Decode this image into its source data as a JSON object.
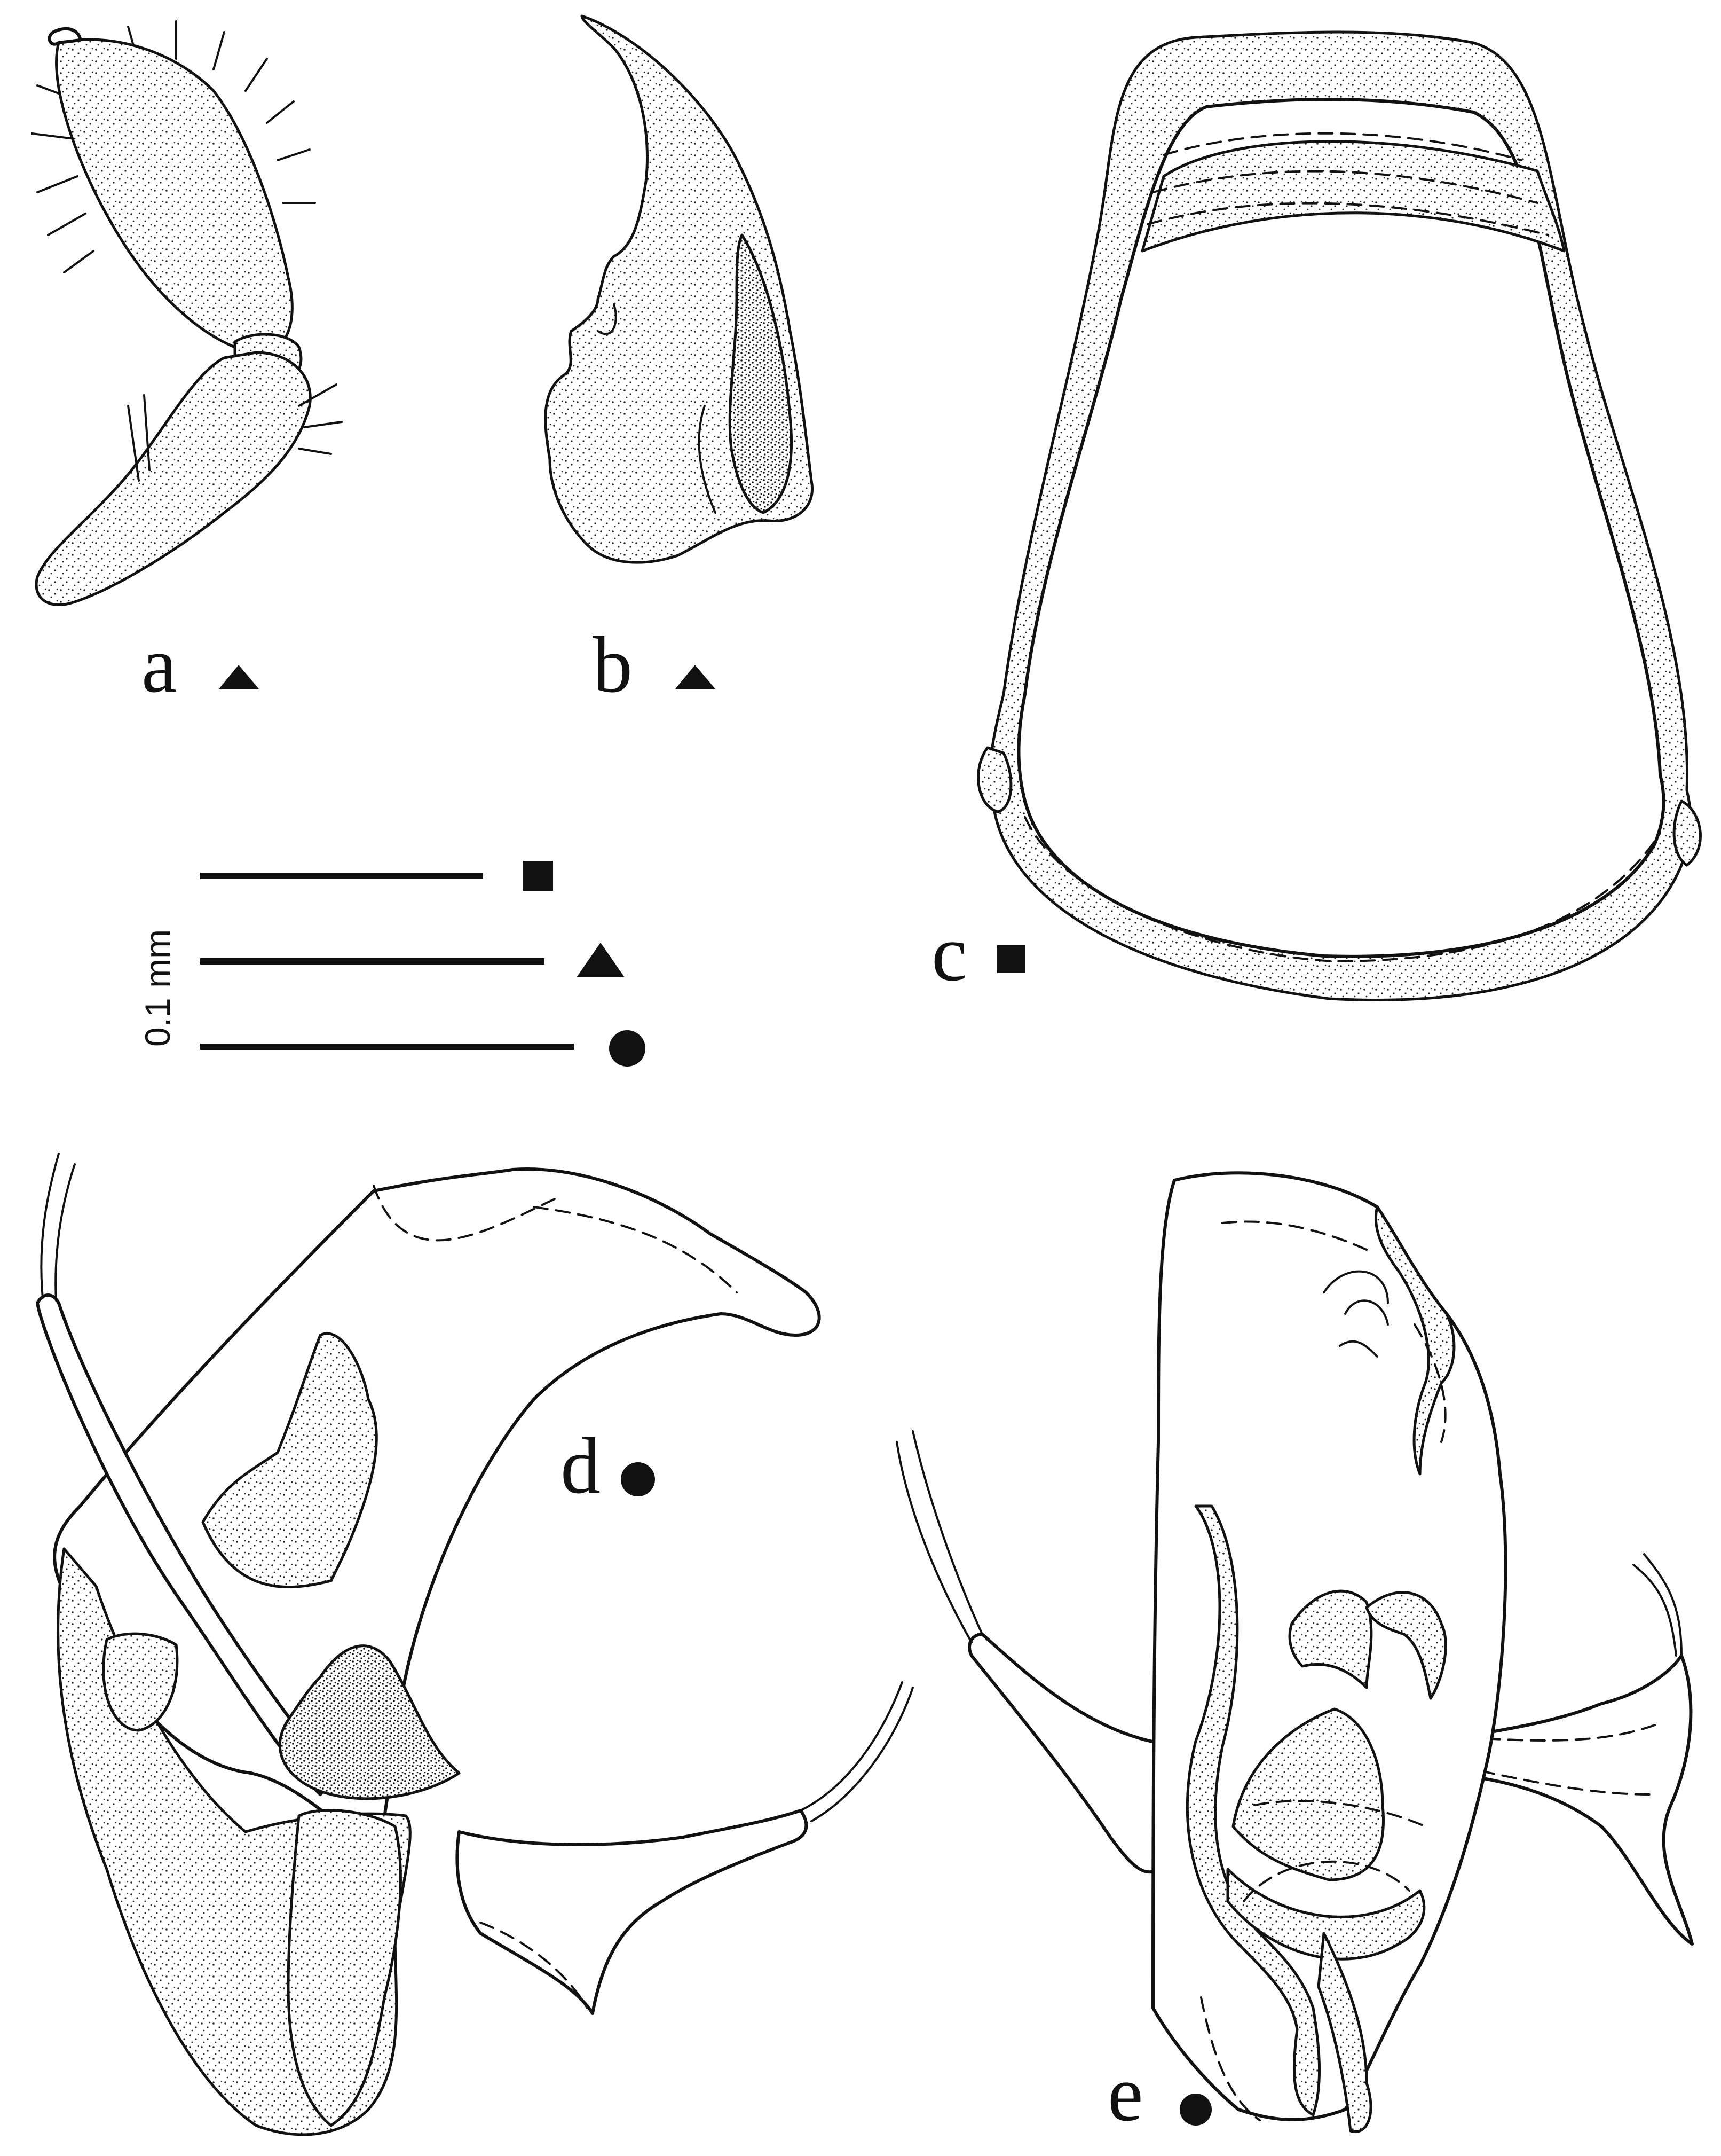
{
  "labels": {
    "a": "a",
    "b": "b",
    "c": "c",
    "d": "d",
    "e": "e"
  },
  "scale": {
    "unit_text": "0.1 mm",
    "markers": [
      "square",
      "triangle",
      "circle"
    ]
  },
  "colors": {
    "ink": "#111111",
    "background": "#ffffff"
  }
}
